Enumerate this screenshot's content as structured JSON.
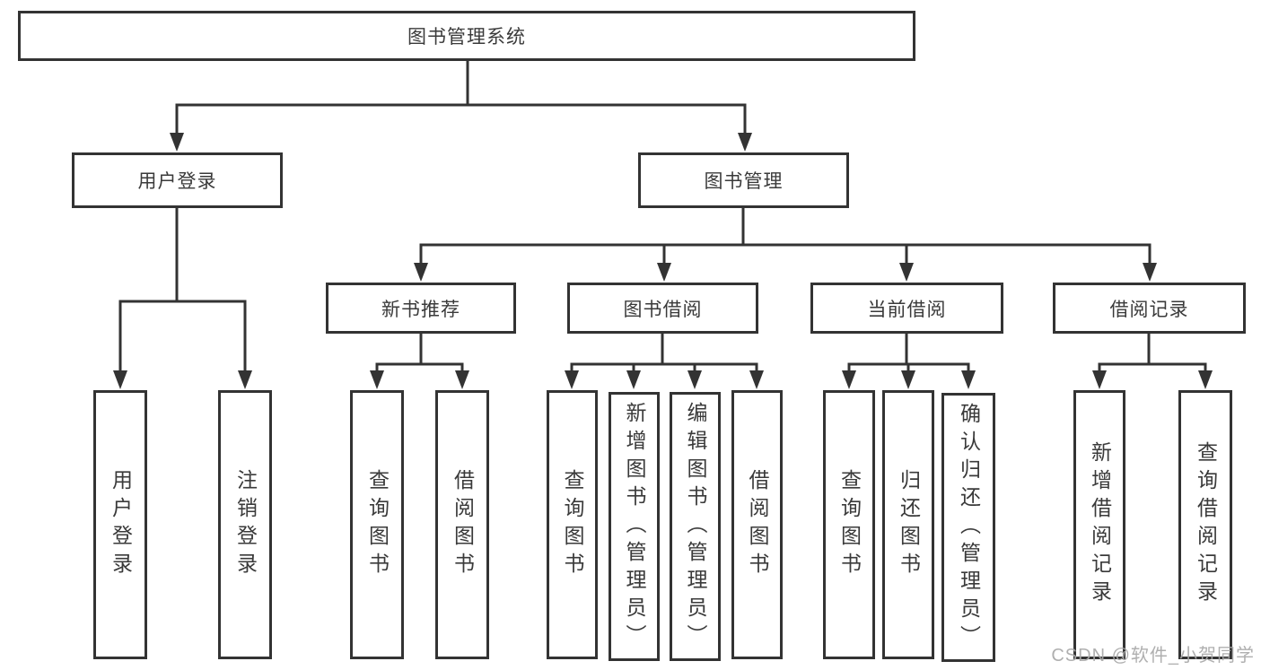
{
  "diagram": {
    "root": {
      "label": "图书管理系统"
    },
    "level2": {
      "user_login": {
        "label": "用户登录"
      },
      "book_mgmt": {
        "label": "图书管理"
      }
    },
    "level3": {
      "new_books": {
        "label": "新书推荐"
      },
      "book_borrow": {
        "label": "图书借阅"
      },
      "current_borrow": {
        "label": "当前借阅"
      },
      "borrow_records": {
        "label": "借阅记录"
      }
    },
    "leaves": {
      "user_login": {
        "label": "用户登录"
      },
      "logout": {
        "label": "注销登录"
      },
      "nb_query": {
        "label": "查询图书"
      },
      "nb_borrow": {
        "label": "借阅图书"
      },
      "bb_query": {
        "label": "查询图书"
      },
      "bb_add": {
        "label": "新增图书（管理员）"
      },
      "bb_edit": {
        "label": "编辑图书（管理员）"
      },
      "bb_borrow": {
        "label": "借阅图书"
      },
      "cb_query": {
        "label": "查询图书"
      },
      "cb_return": {
        "label": "归还图书"
      },
      "cb_confirm": {
        "label": "确认归还（管理员）"
      },
      "br_add": {
        "label": "新增借阅记录"
      },
      "br_query": {
        "label": "查询借阅记录"
      }
    }
  },
  "colors": {
    "line": "#333333",
    "text": "#3a3a3a",
    "watermark": "#a8a8a8"
  },
  "watermark": {
    "text": "CSDN @软件_小贺同学"
  }
}
